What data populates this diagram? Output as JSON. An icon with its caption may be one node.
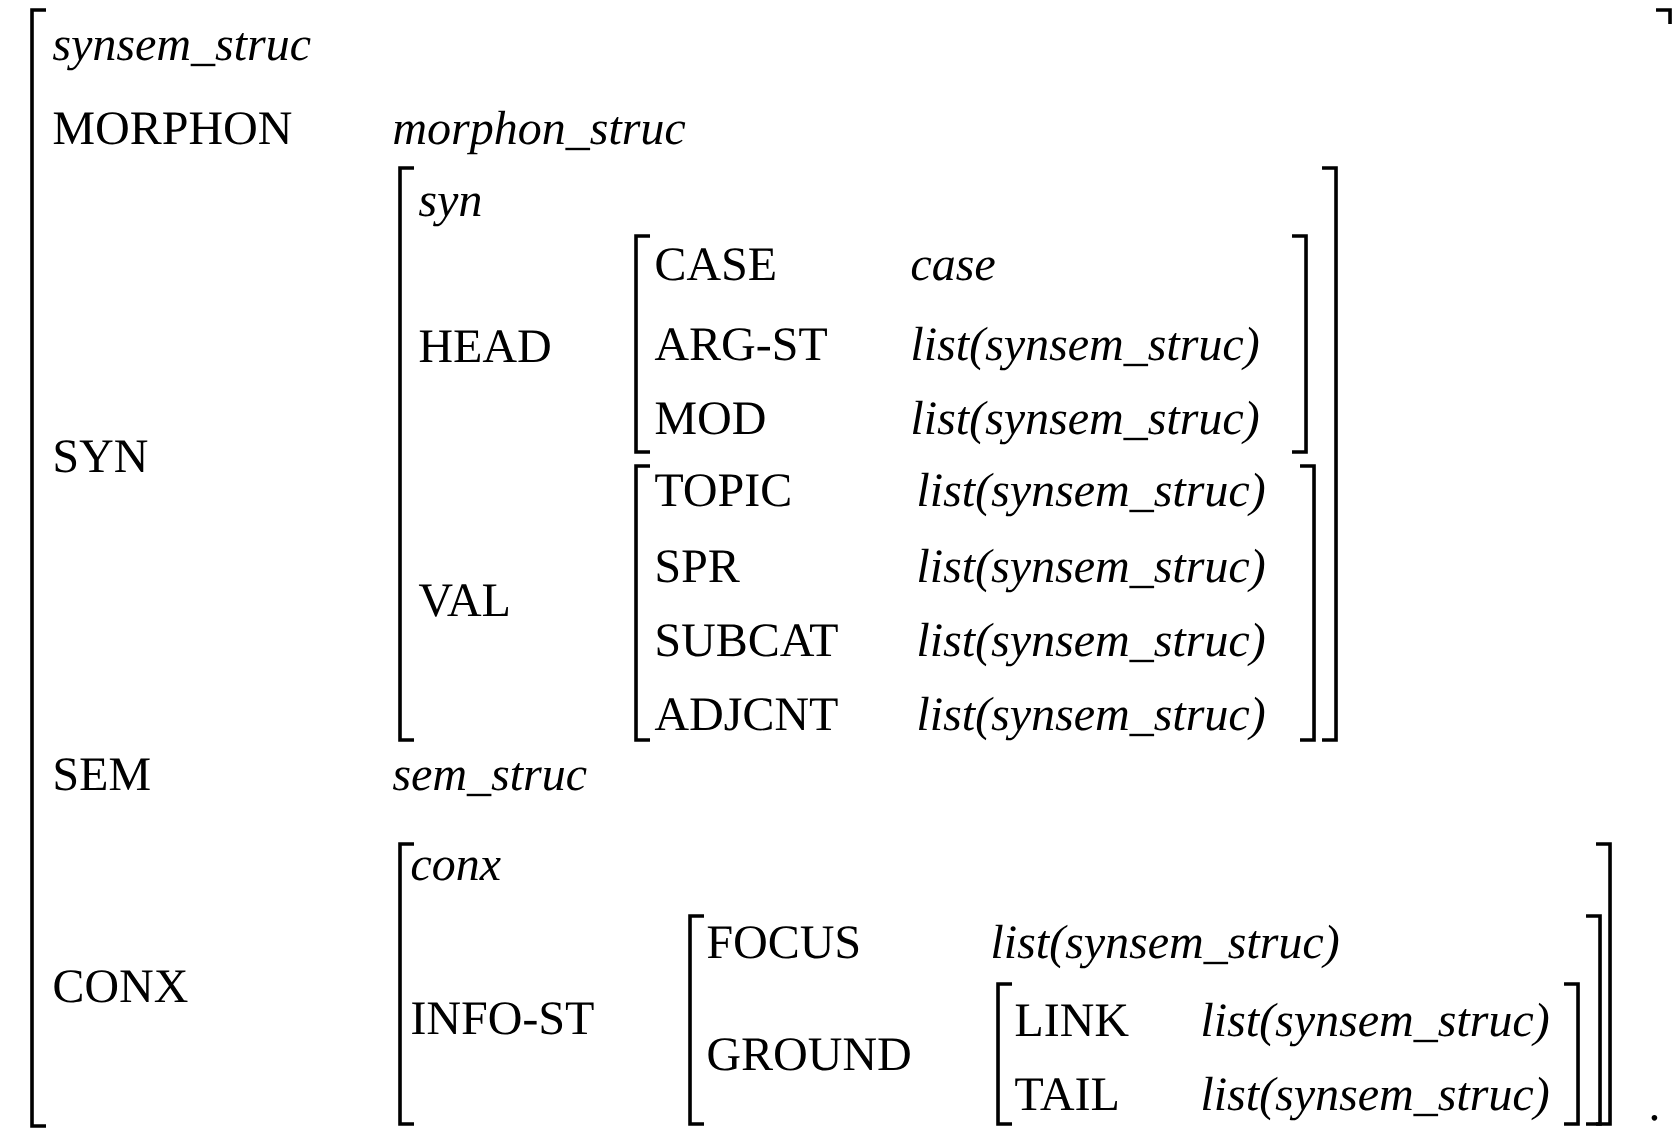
{
  "diagram": {
    "nodes": [
      {
        "text": [
          "synsem_struc",
          "MORPHON",
          "morphon_struc",
          "SYN",
          "SEM",
          "sem_struc",
          "CONX"
        ]
      },
      {
        "text": [
          "syn",
          "HEAD",
          "VAL"
        ],
        "in": 0
      },
      {
        "text": [
          "CASE",
          "case",
          "ARG-ST",
          "list(synsem_struc)",
          "MOD",
          "list(synsem_struc)"
        ],
        "in": 1
      },
      {
        "text": [
          "TOPIC",
          "list(synsem_struc)",
          "SPR",
          "list(synsem_struc)",
          "SUBCAT",
          "list(synsem_struc)",
          "ADJCNT",
          "list(synsem_struc)"
        ],
        "in": 1
      },
      {
        "text": [
          "conx",
          "INFO-ST"
        ],
        "in": 0
      },
      {
        "text": [
          "FOCUS",
          "list(synsem_struc)",
          "GROUND"
        ],
        "in": 4
      },
      {
        "text": [
          "LINK",
          "list(synsem_struc)",
          "TAIL",
          "list(synsem_struc)"
        ],
        "in": 5
      }
    ],
    "labels": [
      "."
    ]
  }
}
